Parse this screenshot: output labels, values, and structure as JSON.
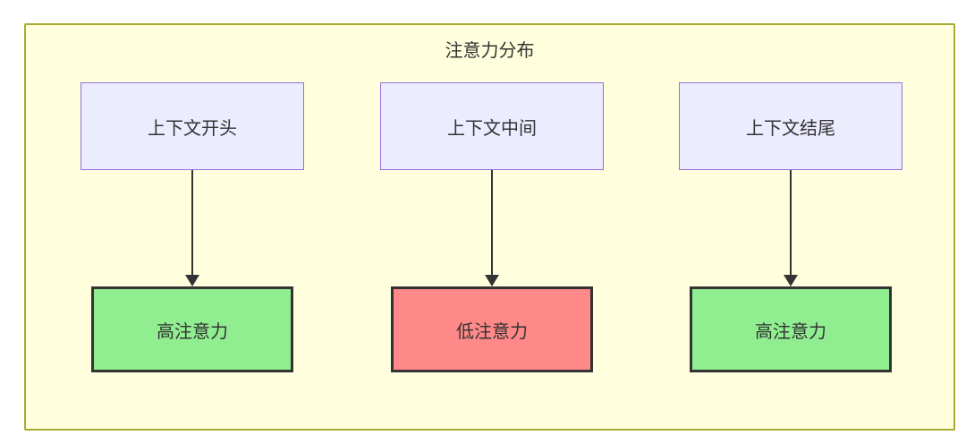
{
  "diagram": {
    "title": "注意力分布",
    "columns": [
      {
        "source": "上下文开头",
        "target": "高注意力",
        "target_type": "high"
      },
      {
        "source": "上下文中间",
        "target": "低注意力",
        "target_type": "low"
      },
      {
        "source": "上下文结尾",
        "target": "高注意力",
        "target_type": "high"
      }
    ],
    "colors": {
      "canvas_bg": "#ffffff",
      "container_bg": "#ffffde",
      "container_border": "#aaaa33",
      "source_node_bg": "#ececff",
      "source_node_border": "#9370db",
      "high_attention_bg": "#90ee90",
      "low_attention_bg": "#ff8888",
      "result_node_border": "#333333",
      "arrow": "#333333",
      "text": "#333333"
    }
  }
}
